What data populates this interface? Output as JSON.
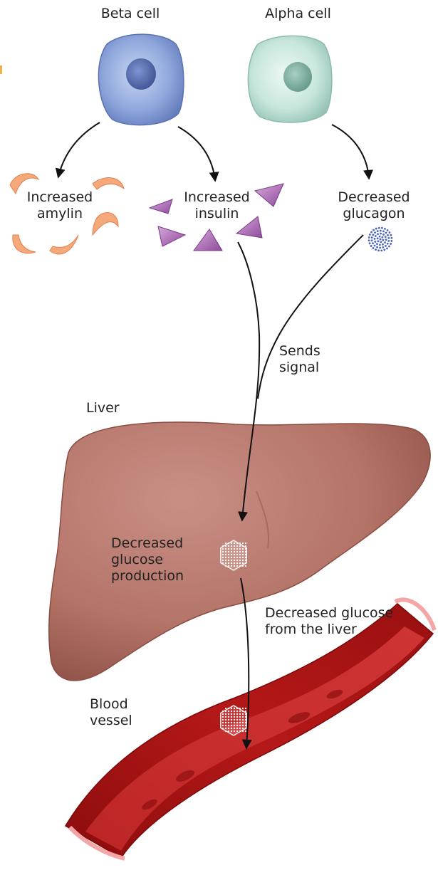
{
  "labels": {
    "beta_cell": "Beta cell",
    "alpha_cell": "Alpha cell",
    "increased_amylin": "Increased\namylin",
    "increased_insulin": "Increased\ninsulin",
    "decreased_glucagon": "Decreased\nglucagon",
    "sends_signal": "Sends\nsignal",
    "liver": "Liver",
    "decreased_glucose_production": "Decreased\nglucose\nproduction",
    "decreased_glucose_from_liver": "Decreased glucose\nfrom the liver",
    "blood_vessel": "Blood\nvessel"
  },
  "colors": {
    "beta_cell": "#8fa7dc",
    "alpha_cell": "#c7e6dc",
    "amylin": "#f5a97a",
    "insulin": "#a865b3",
    "glucagon": "#4a63c0",
    "liver": "#b47468",
    "blood_vessel": "#b51818"
  }
}
